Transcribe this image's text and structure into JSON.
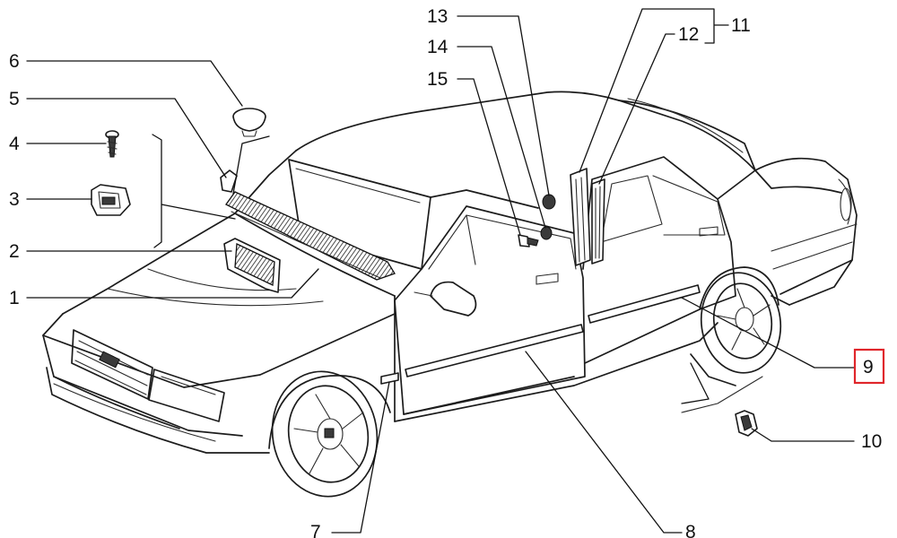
{
  "labels": {
    "p1": "1",
    "p2": "2",
    "p3": "3",
    "p4": "4",
    "p5": "5",
    "p6": "6",
    "p7": "7",
    "p8": "8",
    "p9": "9",
    "p10": "10",
    "p11": "11",
    "p12": "12",
    "p13": "13",
    "p14": "14",
    "p15": "15"
  },
  "highlight": {
    "label": "9",
    "color": "#e0262b"
  }
}
